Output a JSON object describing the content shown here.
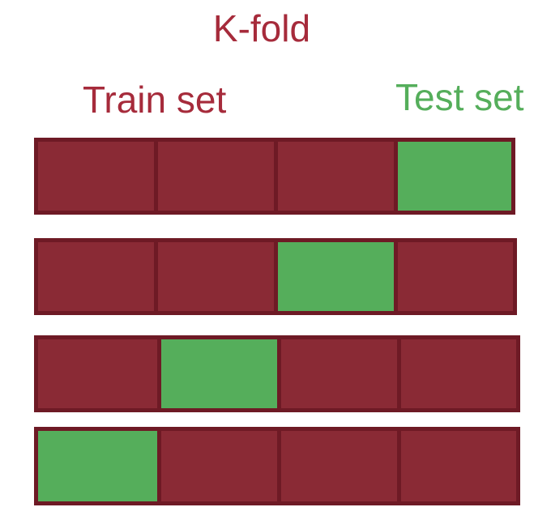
{
  "title": "K-fold",
  "train_label": "Train set",
  "test_label": "Test set",
  "colors": {
    "train": "#8a2a35",
    "test": "#55ae5b",
    "border": "#6e1a25",
    "train_text": "#a62b3b",
    "test_text": "#55ae5b"
  },
  "folds": [
    {
      "test_index": 3
    },
    {
      "test_index": 2
    },
    {
      "test_index": 1
    },
    {
      "test_index": 0
    }
  ],
  "segments_per_fold": 4
}
